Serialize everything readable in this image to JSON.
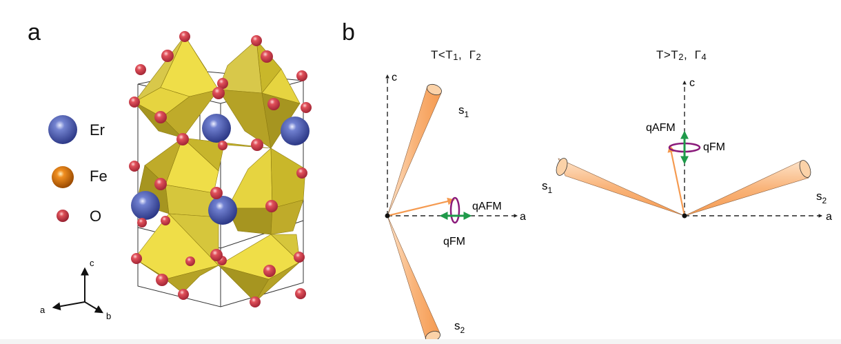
{
  "panel_a": {
    "label": "a",
    "legend": [
      {
        "symbol": "Er",
        "color": "#4a5ab0",
        "size": "large"
      },
      {
        "symbol": "Fe",
        "color": "#e07a10",
        "size": "medium"
      },
      {
        "symbol": "O",
        "color": "#d0454f",
        "size": "small"
      }
    ],
    "axes": {
      "c": "c",
      "a": "a",
      "b": "b"
    },
    "structure": {
      "polyhedron_color": "#d9c531",
      "description": "FeO6 octahedra with Er ions in orthoferrite unit cell"
    }
  },
  "panel_b": {
    "label": "b",
    "left": {
      "title_main": "T<T",
      "title_sub": "1",
      "title_gamma": "Γ",
      "title_gamma_sub": "2",
      "axis_c": "c",
      "axis_a": "a",
      "spin1": "s",
      "spin1_sub": "1",
      "spin2": "s",
      "spin2_sub": "2",
      "mode_afm": "qAFM",
      "mode_fm": "qFM"
    },
    "right": {
      "title_main": "T>T",
      "title_sub": "2",
      "title_gamma": "Γ",
      "title_gamma_sub": "4",
      "axis_c": "c",
      "axis_a": "a",
      "spin1": "s",
      "spin1_sub": "1",
      "spin2": "s",
      "spin2_sub": "2",
      "mode_afm": "qAFM",
      "mode_fm": "qFM"
    },
    "colors": {
      "cone": "#f7a860",
      "afm_arrow": "#1f9a4a",
      "fm_ring": "#8a1a7a",
      "axis": "#222222"
    }
  }
}
